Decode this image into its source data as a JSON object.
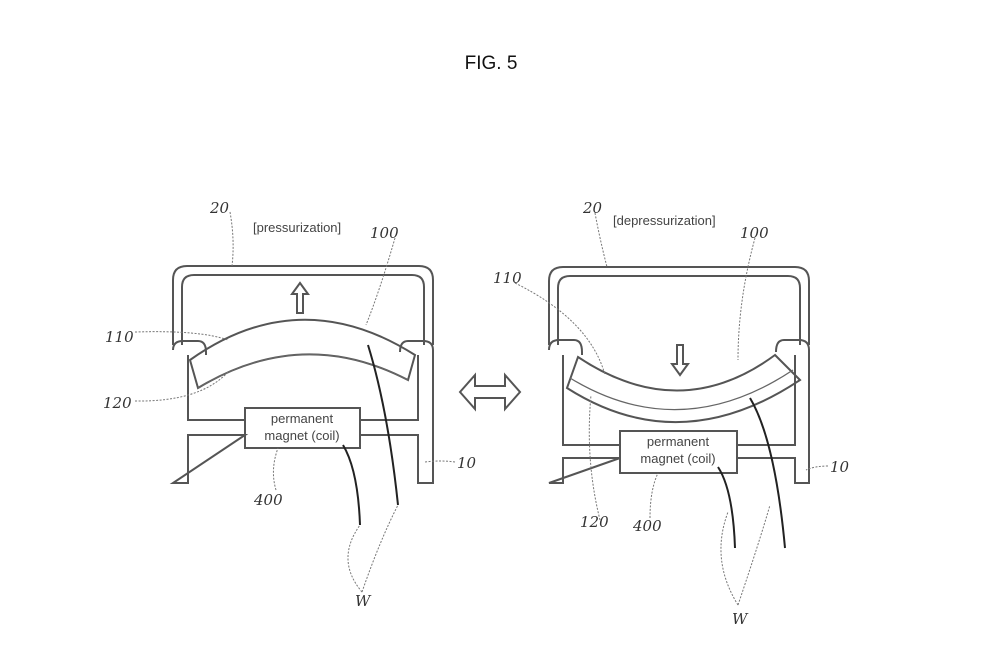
{
  "figure": {
    "title": "FIG. 5",
    "left": {
      "state": "[pressurization]",
      "refs": {
        "cover": "20",
        "membrane": "100",
        "upper_plate": "110",
        "lower_plate": "120",
        "magnet": "400",
        "frame": "10",
        "wires": "W"
      },
      "magnet_line1": "permanent",
      "magnet_line2": "magnet (coil)"
    },
    "right": {
      "state": "[depressurization]",
      "refs": {
        "cover": "20",
        "membrane": "100",
        "upper_plate": "110",
        "lower_plate": "120",
        "magnet": "400",
        "frame": "10",
        "wires": "W"
      },
      "magnet_line1": "permanent",
      "magnet_line2": "magnet (coil)"
    }
  }
}
